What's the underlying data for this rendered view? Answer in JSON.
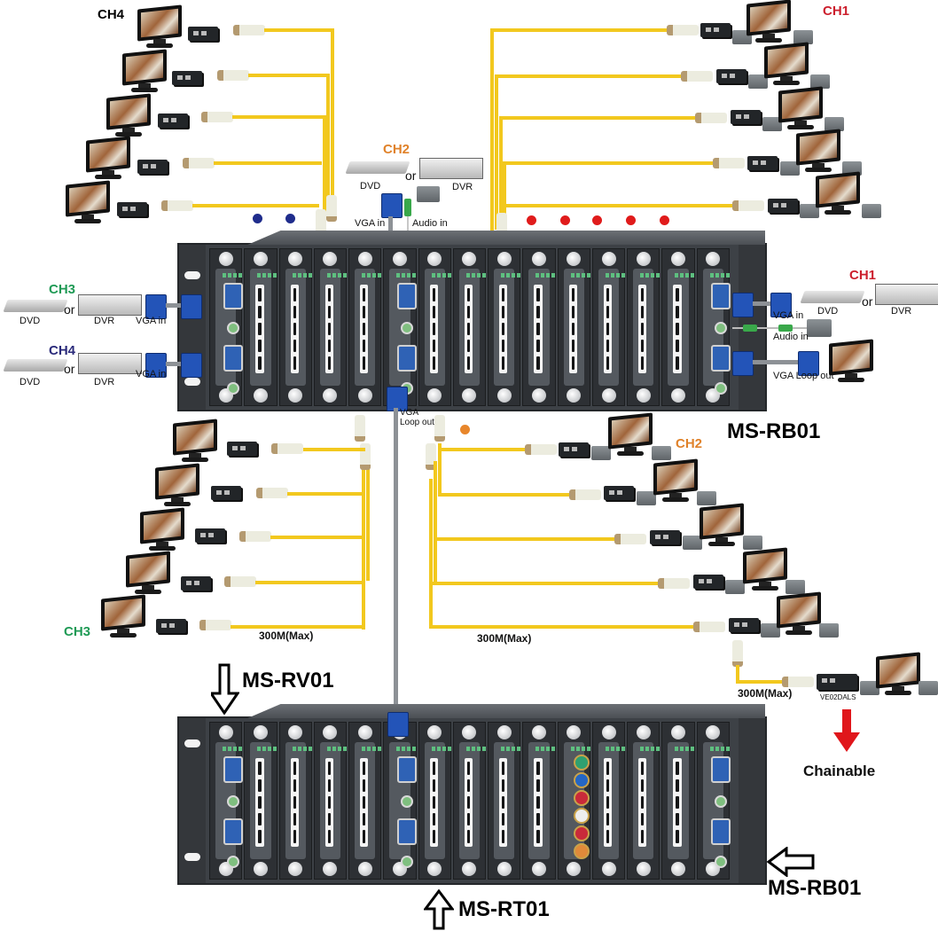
{
  "diagram": {
    "title_labels": {
      "top_rack_model": "MS-RB01",
      "bottom_rack_model": "MS-RB01",
      "receiver_model": "MS-RV01",
      "transmitter_model": "MS-RT01",
      "chainable": "Chainable",
      "chain_receiver": "VE02DALS"
    },
    "channels": {
      "ch1": {
        "label": "CH1",
        "color": "#cc1f2d"
      },
      "ch2": {
        "label": "CH2",
        "color": "#e0822a"
      },
      "ch3": {
        "label": "CH3",
        "color": "#1f9a55"
      },
      "ch4": {
        "label": "CH4",
        "color": "#2a2a7a"
      }
    },
    "sources": {
      "dvd": "DVD",
      "dvr": "DVR",
      "or": "or"
    },
    "connectors": {
      "vga_in": "VGA in",
      "audio_in": "Audio in",
      "vga_loop_out": "VGA Loop out",
      "vga_loop_out_line1": "VGA",
      "vga_loop_out_line2": "Loop out"
    },
    "distance": {
      "max": "300M(Max)"
    },
    "indicator_dots": {
      "ch4_count": 2,
      "ch1_count": 5,
      "ch2_count": 1
    }
  }
}
